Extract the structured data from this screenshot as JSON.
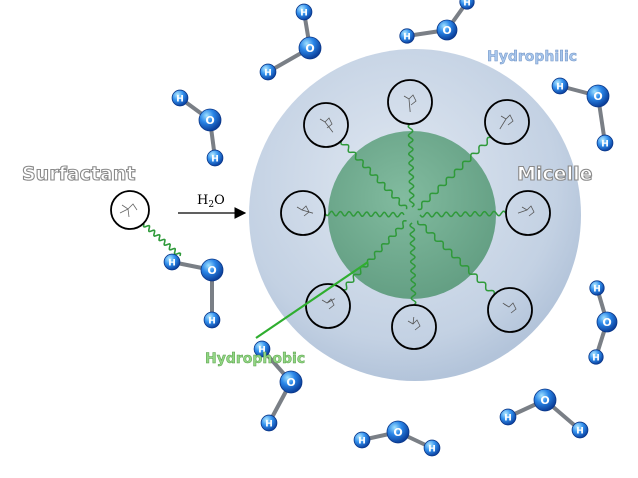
{
  "labels": {
    "surfactant": "Surfactant",
    "micelle": "Micelle",
    "hydrophilic": "Hydrophilic",
    "hydrophobic": "Hydrophobic",
    "reagent_main": "H",
    "reagent_sub": "2",
    "reagent_tail": "O"
  },
  "atoms": {
    "oxygen": "O",
    "hydrogen": "H"
  },
  "colors": {
    "micelle_shell": "#c9d6e6",
    "micelle_core": "#6aa68a",
    "tail_line": "#2f9a3a",
    "leader_line": "#2fae2f",
    "hydrophilic_text": "#9fc0e8",
    "hydrophobic_text": "#8bd07d",
    "label_gray": "#9a9a9a",
    "atom_blue": "#1f6ad6"
  }
}
